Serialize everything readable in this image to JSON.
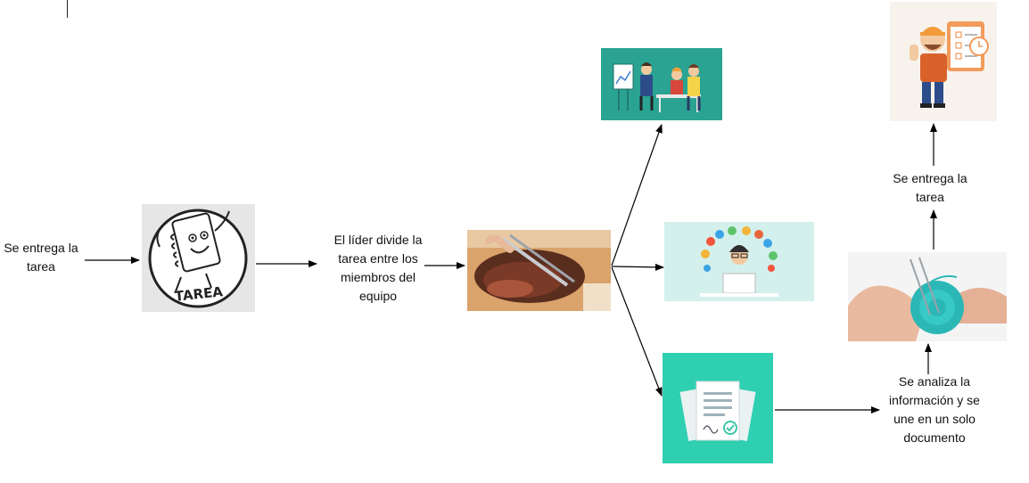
{
  "labels": {
    "start": "Se entrega la tarea",
    "divide": "El líder divide la tarea entre los miembros del equipo",
    "deliver": "Se entrega la tarea",
    "analyze": "Se analiza la información y se une en un solo documento"
  },
  "task_image_text": "TAREA",
  "colors": {
    "teal": "#2aa392",
    "mint": "#d4f0ec",
    "green": "#2fcfb1",
    "cream": "#f7f3ec",
    "yarn": "#2ab7b5"
  },
  "icons": [
    "task-notebook-icon",
    "meat-cutting-icon",
    "team-meeting-icon",
    "programmer-icon",
    "documents-icon",
    "knitting-icon",
    "checklist-worker-icon"
  ]
}
